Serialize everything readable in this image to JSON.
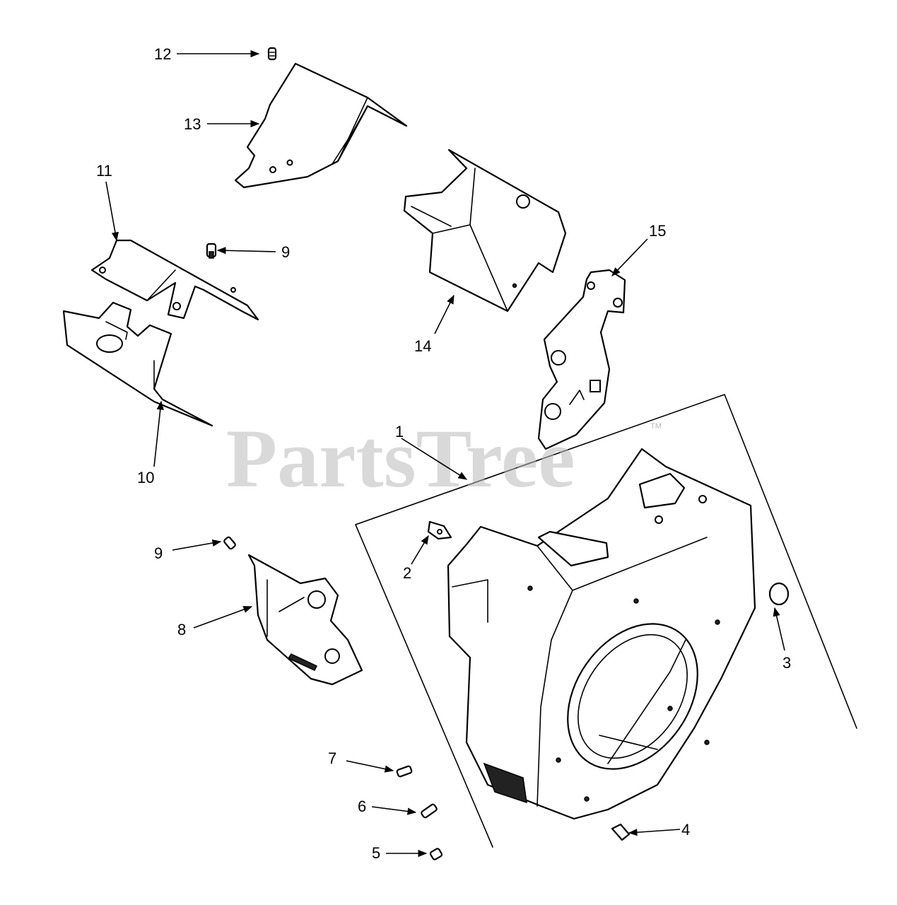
{
  "watermark": {
    "brand": "PartsTree",
    "trademark": "TM"
  },
  "callouts": [
    {
      "id": "1",
      "label": "1"
    },
    {
      "id": "2",
      "label": "2"
    },
    {
      "id": "3",
      "label": "3"
    },
    {
      "id": "4",
      "label": "4"
    },
    {
      "id": "5",
      "label": "5"
    },
    {
      "id": "6",
      "label": "6"
    },
    {
      "id": "7",
      "label": "7"
    },
    {
      "id": "8",
      "label": "8"
    },
    {
      "id": "9a",
      "label": "9"
    },
    {
      "id": "9b",
      "label": "9"
    },
    {
      "id": "10",
      "label": "10"
    },
    {
      "id": "11",
      "label": "11"
    },
    {
      "id": "12",
      "label": "12"
    },
    {
      "id": "13",
      "label": "13"
    },
    {
      "id": "14",
      "label": "14"
    },
    {
      "id": "15",
      "label": "15"
    }
  ]
}
